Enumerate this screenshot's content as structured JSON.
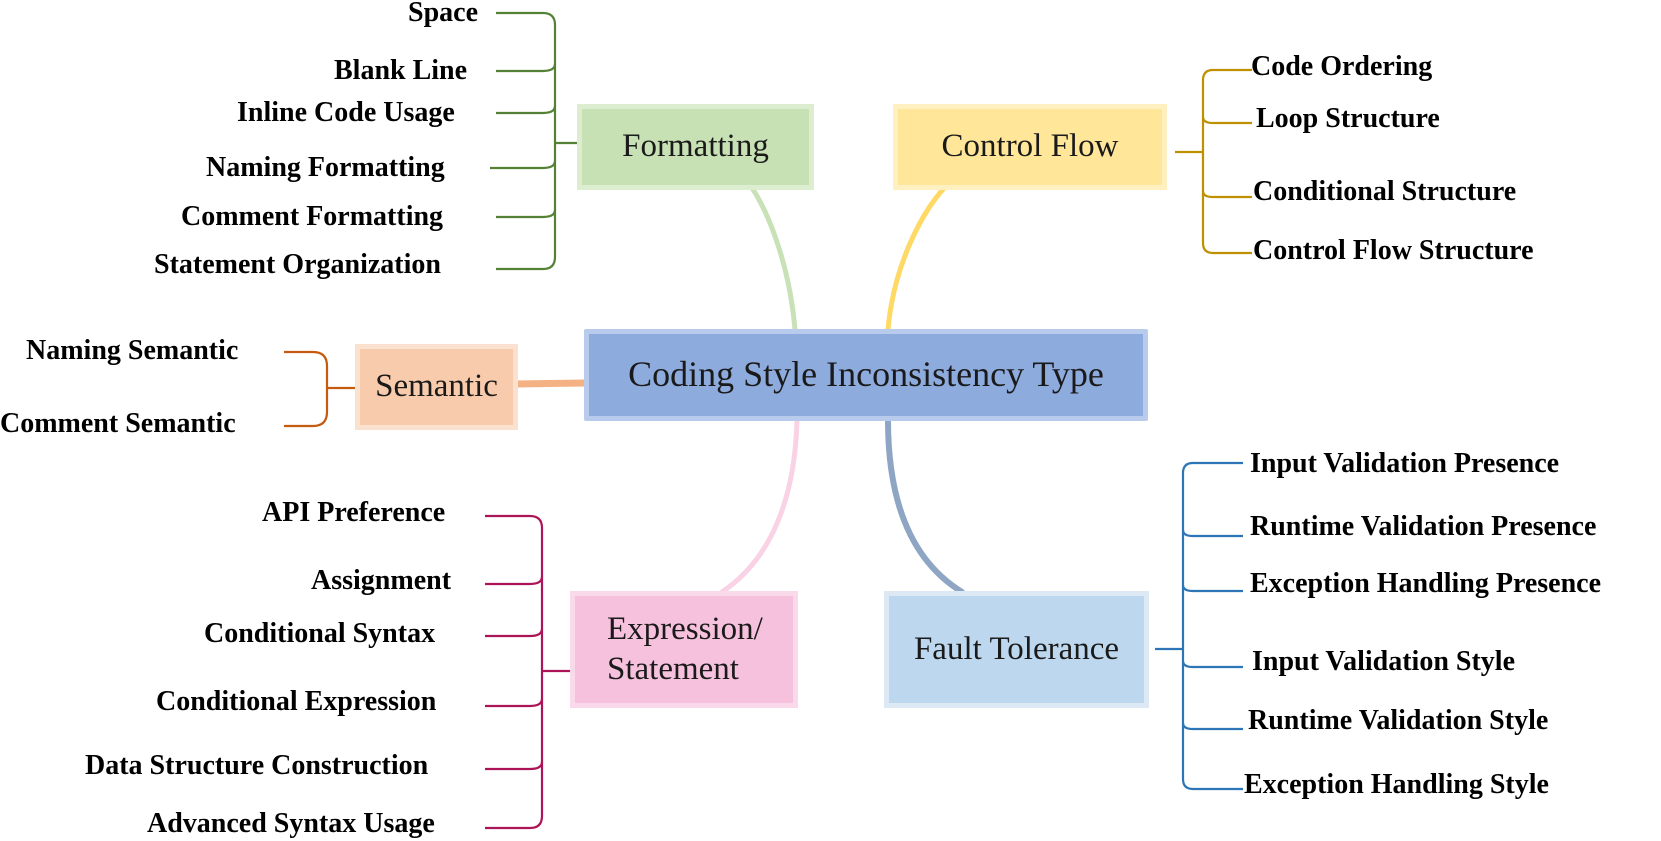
{
  "center": {
    "label": "Coding Style Inconsistency Type",
    "fill": "#8EABDE",
    "edge": "#B8CBEC"
  },
  "categories": {
    "formatting": {
      "label": "Formatting",
      "fill": "#C7E0B4",
      "edge": "#DDEED0",
      "line": "#538135",
      "items": [
        "Space",
        "Blank Line",
        "Inline Code Usage",
        "Naming Formatting",
        "Comment Formatting",
        "Statement Organization"
      ]
    },
    "control_flow": {
      "label": "Control Flow",
      "fill": "#FFE699",
      "edge": "#FFF0C2",
      "line": "#BF9000",
      "items": [
        "Code Ordering",
        "Loop Structure",
        "Conditional Structure",
        "Control Flow Structure"
      ]
    },
    "semantic": {
      "label": "Semantic",
      "fill": "#F8CBAD",
      "edge": "#FBE1D0",
      "line": "#C55A11",
      "items": [
        "Naming Semantic",
        "Comment Semantic"
      ]
    },
    "expression_statement": {
      "label_line1": "Expression/",
      "label_line2": "Statement",
      "fill": "#F6C1DC",
      "edge": "#FADAEA",
      "line": "#AD1457",
      "items": [
        "API Preference",
        "Assignment",
        "Conditional Syntax",
        "Conditional Expression",
        "Data Structure Construction",
        "Advanced Syntax Usage"
      ]
    },
    "fault_tolerance": {
      "label": "Fault Tolerance",
      "fill": "#BDD7EE",
      "edge": "#DDE8F5",
      "line": "#2E75B6",
      "items": [
        "Input Validation Presence",
        "Runtime Validation Presence",
        "Exception Handling Presence",
        "Input Validation Style",
        "Runtime Validation Style",
        "Exception Handling Style"
      ]
    }
  }
}
